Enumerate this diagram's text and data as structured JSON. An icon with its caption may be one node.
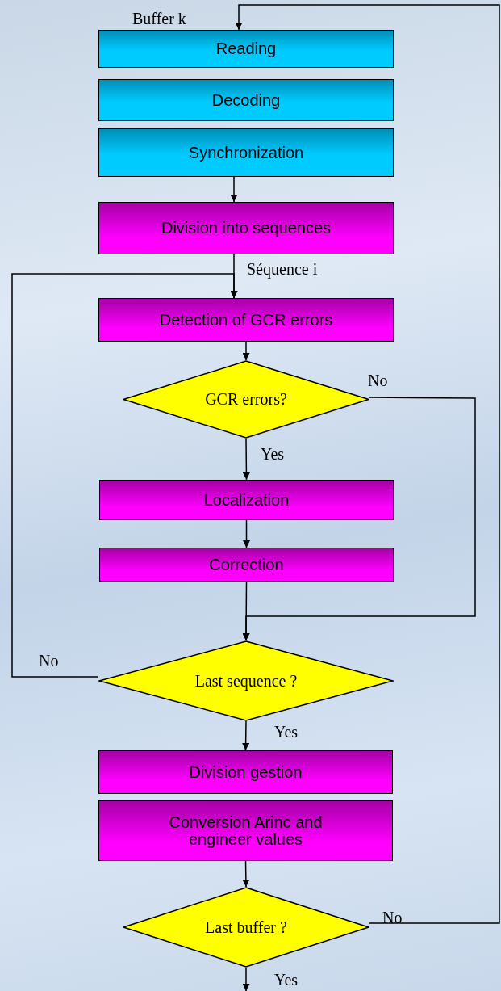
{
  "diagram": {
    "nodes": [
      {
        "text": [
          "Reading"
        ],
        "beside": [
          "Buffer k"
        ]
      },
      {
        "text": [
          "Decoding"
        ]
      },
      {
        "text": [
          "Synchronization"
        ]
      },
      {
        "text": [
          "Division into sequences"
        ]
      },
      {
        "text": [
          "Detection of GCR errors"
        ]
      },
      {
        "text": [
          "GCR errors?"
        ]
      },
      {
        "text": [
          "Localization"
        ]
      },
      {
        "text": [
          "Correction"
        ]
      },
      {
        "text": [
          "Last sequence ?"
        ]
      },
      {
        "text": [
          "Division gestion"
        ]
      },
      {
        "text": [
          "Conversion Arinc and engineer values"
        ]
      },
      {
        "text": [
          "Last buffer ?"
        ]
      }
    ],
    "edges": [
      {
        "from": 11,
        "to": 0,
        "arrow": "to",
        "label": "No"
      },
      {
        "from": 2,
        "to": 3,
        "arrow": "to"
      },
      {
        "from": 3,
        "to": 4,
        "arrow": "to",
        "label": "Séquence i"
      },
      {
        "from": 8,
        "to": 4,
        "arrow": "to",
        "label": "No"
      },
      {
        "from": 4,
        "to": 5,
        "arrow": "to"
      },
      {
        "from": 5,
        "to": 6,
        "arrow": "to",
        "label": "Yes"
      },
      {
        "from": 6,
        "to": 7,
        "arrow": "to"
      },
      {
        "from": 7,
        "to": 8,
        "arrow": "to"
      },
      {
        "from": 5,
        "to": 8,
        "arrow": "to",
        "label": "No"
      },
      {
        "from": 8,
        "to": 9,
        "arrow": "to",
        "label": "Yes"
      },
      {
        "from": 10,
        "to": 11,
        "arrow": "to"
      },
      {
        "from": 11,
        "to": null,
        "arrow": "to",
        "label": "Yes"
      }
    ]
  }
}
